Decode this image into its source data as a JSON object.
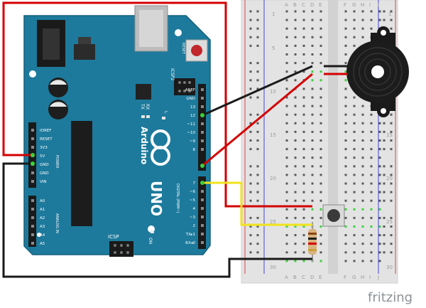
{
  "arduino": {
    "brand": "Arduino",
    "model": "UNO",
    "icsp2": "ICSP2",
    "icsp": "ICSP",
    "reset": "RESET",
    "tx": "TX",
    "rx": "RX",
    "l": "L",
    "on": "ON",
    "power_label": "POWER",
    "analog_label": "ANALOG IN",
    "digital_label": "DIGITAL (PWM~)",
    "power_pins": [
      "IOREF",
      "RESET",
      "3V3",
      "5V",
      "GND",
      "GND",
      "VIN"
    ],
    "analog_pins": [
      "A0",
      "A1",
      "A2",
      "A3",
      "A4",
      "A5"
    ],
    "digital_pins": [
      "AREF",
      "GND",
      "13",
      "12",
      "~11",
      "~10",
      "~9",
      "8",
      "7",
      "~6",
      "~5",
      "4",
      "~3",
      "2",
      "TX▸1",
      "RX◂0"
    ]
  },
  "breadboard": {
    "columns_left": [
      "A",
      "B",
      "C",
      "D",
      "E"
    ],
    "columns_right": [
      "F",
      "G",
      "H",
      "I",
      "J"
    ],
    "row_numbers": [
      "1",
      "5",
      "10",
      "15",
      "20",
      "25",
      "30"
    ]
  },
  "watermark": "fritzing",
  "colors": {
    "board": "#1d7a9c",
    "wire_red": "#d40000",
    "wire_black": "#1a1a1a",
    "wire_yellow": "#f2e21c",
    "highlight": "#3bd13b"
  }
}
